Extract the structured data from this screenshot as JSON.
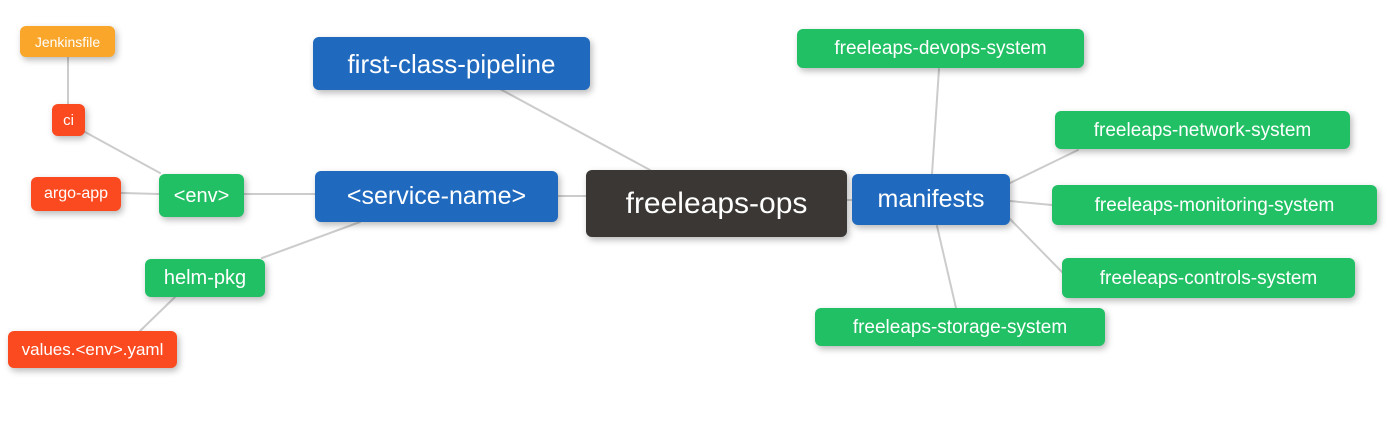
{
  "colors": {
    "root": "#3b3734",
    "branch": "#1f69be",
    "leaf_green": "#22c065",
    "leaf_red": "#fb4a1f",
    "leaf_orange": "#f9a62b",
    "edge": "#cccccc",
    "text": "#ffffff",
    "background": "#ffffff"
  },
  "nodes": {
    "root": {
      "label": "freeleaps-ops"
    },
    "pipeline": {
      "label": "first-class-pipeline"
    },
    "service": {
      "label": "<service-name>"
    },
    "manifests": {
      "label": "manifests"
    },
    "env": {
      "label": "<env>"
    },
    "helm_pkg": {
      "label": "helm-pkg"
    },
    "ci": {
      "label": "ci"
    },
    "argo_app": {
      "label": "argo-app"
    },
    "jenkinsfile": {
      "label": "Jenkinsfile"
    },
    "values": {
      "label": "values.<env>.yaml"
    },
    "devops": {
      "label": "freeleaps-devops-system"
    },
    "network": {
      "label": "freeleaps-network-system"
    },
    "monitoring": {
      "label": "freeleaps-monitoring-system"
    },
    "controls": {
      "label": "freeleaps-controls-system"
    },
    "storage": {
      "label": "freeleaps-storage-system"
    }
  }
}
